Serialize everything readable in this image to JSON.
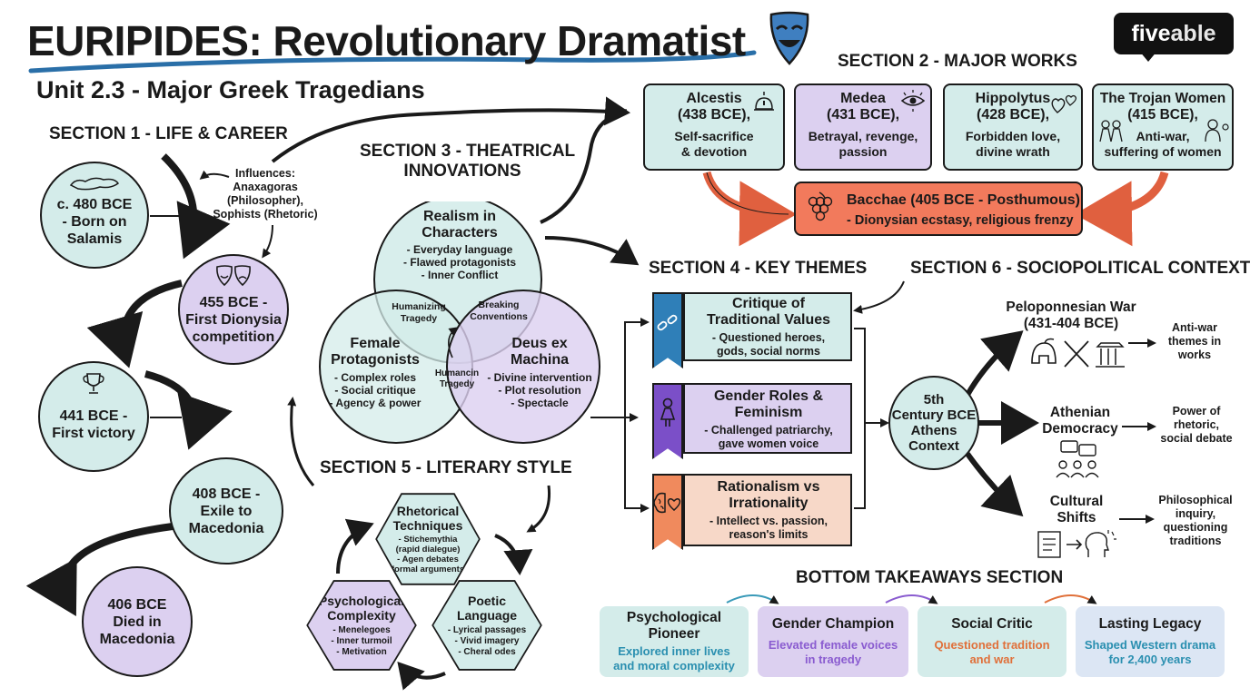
{
  "title": "EURIPIDES: Revolutionary Dramatist",
  "subtitle": "Unit 2.3 - Major Greek Tragedians",
  "brand": {
    "prefix": "five",
    "suffix": "able"
  },
  "section1": {
    "heading": "SECTION 1 - LIFE & CAREER",
    "influences": [
      "Influences:",
      "Anaxagoras",
      "(Philosopher),",
      "Sophists (Rhetoric)"
    ],
    "milestones": [
      {
        "lines": [
          "c. 480 BCE",
          "- Born on",
          "Salamis"
        ]
      },
      {
        "lines": [
          "455 BCE -",
          "First Dionysia",
          "competition"
        ]
      },
      {
        "lines": [
          "441 BCE -",
          "First victory"
        ]
      },
      {
        "lines": [
          "408 BCE -",
          "Exile to",
          "Macedonia"
        ]
      },
      {
        "lines": [
          "406 BCE",
          "Died in",
          "Macedonia"
        ]
      }
    ]
  },
  "section2": {
    "heading": "SECTION 2 - MAJOR WORKS",
    "works": [
      {
        "title": "Alcestis",
        "year": "(438 BCE),",
        "desc": [
          "Self-sacrifice",
          "& devotion"
        ]
      },
      {
        "title": "Medea",
        "year": "(431 BCE),",
        "desc": [
          "Betrayal, revenge,",
          "passion"
        ]
      },
      {
        "title": "Hippolytus",
        "year": "(428 BCE),",
        "desc": [
          "Forbidden love,",
          "divine wrath"
        ]
      },
      {
        "title": "The Trojan Women",
        "year": "(415 BCE),",
        "desc": [
          "Anti-war,",
          "suffering of women"
        ]
      }
    ],
    "bacchae": {
      "title": "Bacchae (405 BCE - Posthumous)",
      "desc": "- Dionysian ecstasy, religious frenzy"
    }
  },
  "section3": {
    "heading": [
      "SECTION 3 - THEATRICAL",
      "INNOVATIONS"
    ],
    "realism": {
      "title": [
        "Realism in",
        "Characters"
      ],
      "items": [
        "- Everyday language",
        "- Flawed protagonists",
        "- Inner Conflict"
      ]
    },
    "female": {
      "title": [
        "Female",
        "Protagonists"
      ],
      "items": [
        "- Complex roles",
        "- Social critique",
        "- Agency & power"
      ]
    },
    "deus": {
      "title": [
        "Deus ex",
        "Machina"
      ],
      "items": [
        "- Divine intervention",
        "- Plot resolution",
        "- Spectacle"
      ]
    },
    "overlap_humanizing": [
      "Humanizing",
      "Tragedy"
    ],
    "overlap_breaking": [
      "Breaking",
      "Conventions"
    ],
    "overlap_center": [
      "Humancin",
      "Tragedy"
    ]
  },
  "section4": {
    "heading": "SECTION 4 - KEY THEMES",
    "themes": [
      {
        "title": [
          "Critique of",
          "Traditional Values"
        ],
        "desc": [
          "- Questioned heroes,",
          "gods, social norms"
        ]
      },
      {
        "title": [
          "Gender Roles &",
          "Feminism"
        ],
        "desc": [
          "- Challenged patriarchy,",
          "gave women voice"
        ]
      },
      {
        "title": [
          "Rationalism vs",
          "Irrationality"
        ],
        "desc": [
          "- Intellect vs. passion,",
          "reason's limits"
        ]
      }
    ]
  },
  "section5": {
    "heading": "SECTION 5 - LITERARY STYLE",
    "rhetorical": {
      "title": [
        "Rhetorical",
        "Techniques"
      ],
      "items": [
        "- Stichemythia",
        "(rapid dialegue)",
        "- Agen debates",
        "(formal arguments)"
      ]
    },
    "psychological": {
      "title": [
        "Psychological",
        "Complexity"
      ],
      "items": [
        "- Menelegoes",
        "- Inner turmoil",
        "- Metivation"
      ]
    },
    "poetic": {
      "title": [
        "Poetic",
        "Language"
      ],
      "items": [
        "- Lyrical passages",
        "- Vivid imagery",
        "- Cheral odes"
      ]
    }
  },
  "section6": {
    "heading": "SECTION 6 - SOCIOPOLITICAL CONTEXT",
    "hub": [
      "5th",
      "Century BCE",
      "Athens",
      "Context"
    ],
    "contexts": [
      {
        "label": [
          "Peloponnesian War",
          "(431-404 BCE)"
        ],
        "result": [
          "Anti-war",
          "themes in",
          "works"
        ]
      },
      {
        "label": [
          "Athenian",
          "Democracy"
        ],
        "result": [
          "Power of",
          "rhetoric,",
          "social debate"
        ]
      },
      {
        "label": [
          "Cultural",
          "Shifts"
        ],
        "result": [
          "Philosophical",
          "inquiry,",
          "questioning",
          "traditions"
        ]
      }
    ]
  },
  "takeaways": {
    "heading": "BOTTOM TAKEAWAYS SECTION",
    "items": [
      {
        "title": [
          "Psychological",
          "Pioneer"
        ],
        "desc": [
          "Explored inner lives",
          "and moral complexity"
        ]
      },
      {
        "title": [
          "Gender Champion"
        ],
        "desc": [
          "Elevated female voices",
          "in tragedy"
        ]
      },
      {
        "title": [
          "Social Critic"
        ],
        "desc": [
          "Questioned tradition",
          "and war"
        ]
      },
      {
        "title": [
          "Lasting Legacy"
        ],
        "desc": [
          "Shaped Western drama",
          "for 2,400 years"
        ]
      }
    ]
  },
  "colors": {
    "teal": "#d4ecea",
    "purple": "#dcd0f0",
    "coral": "#f27a5c",
    "peach": "#f7d8c8",
    "blue_text": "#2a8fb0",
    "purple_text": "#8a5cd0",
    "orange_text": "#e0703a",
    "banner_blue": "#2f7fb8",
    "banner_purple": "#7b4fc8",
    "banner_orange": "#f08a5d"
  },
  "icons": [
    "theater-mask-icon",
    "map-icon",
    "masks-icon",
    "trophy-icon",
    "bell-icon",
    "eye-icon",
    "hearts-icon",
    "women-icon",
    "grapes-icon",
    "chain-icon",
    "woman-icon",
    "brain-heart-icon",
    "helmet-sword-icon",
    "speech-crowd-icon",
    "scroll-head-icon"
  ]
}
